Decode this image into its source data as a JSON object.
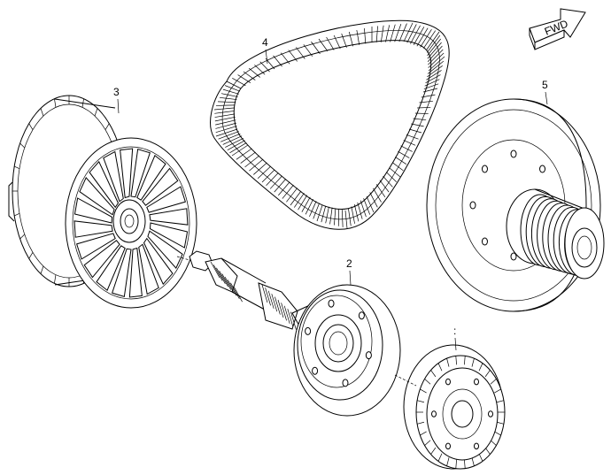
{
  "callouts": {
    "primary_sheave": "3",
    "drive_belt": "4",
    "secondary_clutch": "5",
    "driven_pulley": "2",
    "clutch_shoe": ":"
  },
  "direction_badge": {
    "label": "FWD"
  }
}
